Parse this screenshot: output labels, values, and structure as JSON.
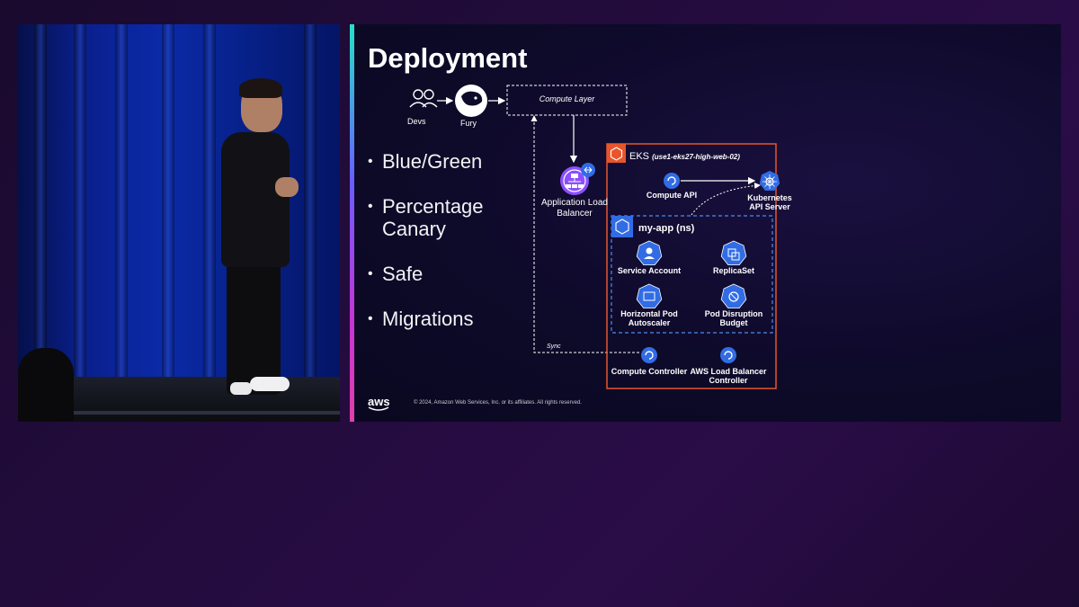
{
  "slide": {
    "title": "Deployment",
    "bullets": [
      "Blue/Green",
      "Percentage Canary",
      "Safe",
      "Migrations"
    ],
    "footer": {
      "logo": "aws",
      "copyright": "© 2024, Amazon Web Services, Inc. or its affiliates. All rights reserved."
    }
  },
  "diagram": {
    "devs": "Devs",
    "fury": "Fury",
    "compute_layer": "Compute Layer",
    "alb": "Application Load Balancer",
    "eks": "EKS",
    "eks_cluster": "(use1-eks27-high-web-02)",
    "compute_api": "Compute API",
    "kube_api": "Kubernetes API Server",
    "namespace": "my-app (ns)",
    "service_account": "Service Account",
    "replicaset": "ReplicaSet",
    "hpa": "Horizontal Pod Autoscaler",
    "pdb": "Pod Disruption Budget",
    "sync": "Sync",
    "compute_controller": "Compute Controller",
    "aws_lb_controller": "AWS Load Balancer Controller"
  },
  "icons": {
    "devs": "users-icon",
    "fury": "bear-icon",
    "alb": "load-balancer-icon",
    "eks": "eks-icon",
    "controller": "refresh-icon",
    "kubernetes": "helm-wheel-icon"
  },
  "colors": {
    "eks_border": "#e8552b",
    "namespace_border": "#4a8cf0",
    "k8s_blue": "#326ce5",
    "alb_purple": "#8c4fff"
  }
}
